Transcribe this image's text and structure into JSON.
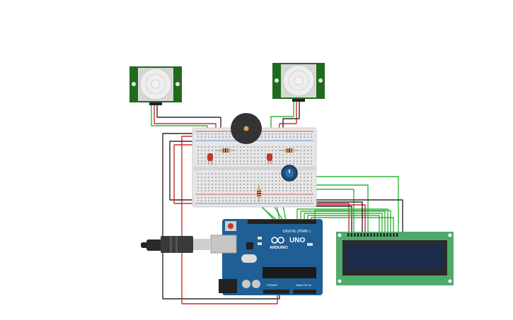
{
  "colors": {
    "background": "#ffffff",
    "pir_board": "#1e6b1e",
    "pir_dome": "#eeeeee",
    "breadboard": "#e6e6e6",
    "arduino": "#1f5f96",
    "lcd_board": "#4faa6b",
    "lcd_screen": "#1c2b4a",
    "wire_red": "#d22a2a",
    "wire_black": "#2a2a2a",
    "wire_green": "#33b33a",
    "led": "#c0392b",
    "buzzer": "#333333",
    "potentiometer": "#1d4f7a"
  },
  "components": {
    "pir_left": {
      "icon": "pir-motion-sensor-icon"
    },
    "pir_right": {
      "icon": "pir-motion-sensor-icon"
    },
    "buzzer": {
      "icon": "piezo-buzzer-icon"
    },
    "breadboard": {
      "icon": "breadboard-icon"
    },
    "arduino": {
      "icon": "arduino-uno-icon",
      "brand": "ARDUINO",
      "model": "UNO",
      "digital_label": "DIGITAL (PWM~)",
      "power_label": "POWER",
      "analog_label": "ANALOG IN"
    },
    "lcd": {
      "icon": "lcd-16x2-icon"
    },
    "usb_cable": {
      "icon": "usb-cable-icon"
    }
  }
}
